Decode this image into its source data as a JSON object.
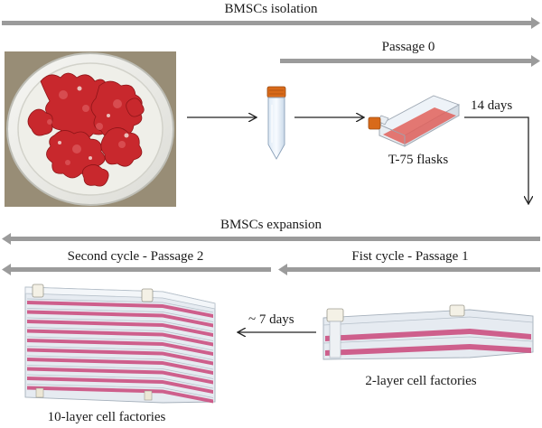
{
  "stages": {
    "isolation": "BMSCs isolation",
    "passage0": "Passage 0",
    "expansion": "BMSCs expansion",
    "second_cycle": "Second cycle - Passage 2",
    "first_cycle": "Fist cycle - Passage 1"
  },
  "labels": {
    "flask": "T-75 flasks",
    "days14": "14 days",
    "days7": "~ 7 days",
    "factory2": "2-layer cell factories",
    "factory10": "10-layer cell factories"
  },
  "colors": {
    "stage_bar": "#9b9b9b",
    "arrow": "#222222",
    "tissue": "#c8282d",
    "tube_cap": "#d86a1a",
    "flask_media": "#e0605a",
    "factory_media": "#c9467a"
  }
}
